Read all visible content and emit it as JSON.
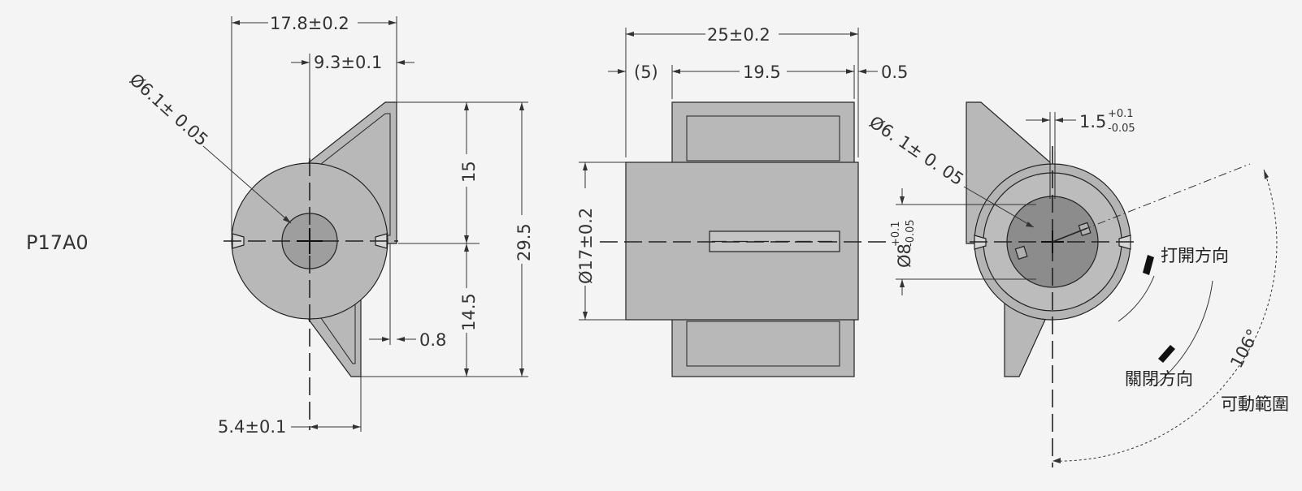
{
  "part_number": "P17A0",
  "side_view": {
    "overall_width": "17.8±0.2",
    "center_offset": "9.3±0.1",
    "bore_diameter": "Ø6.1± 0.05",
    "upper_height": "15",
    "lower_height": "14.5",
    "total_height": "29.5",
    "flange_thickness": "0.8",
    "flange_offset": "5.4±0.1"
  },
  "front_view": {
    "overall_length": "25±0.2",
    "left_step": "(5)",
    "body_length": "19.5",
    "right_step": "0.5",
    "body_diameter": "Ø17±0.2"
  },
  "end_view": {
    "bore_diameter": "Ø6. 1± 0. 05",
    "slot_width": "1.5",
    "slot_width_tol_upper": "+0.1",
    "slot_width_tol_lower": "-0.05",
    "hub_diameter": "Ø8",
    "hub_tol_upper": "+0.1",
    "hub_tol_lower": "-0.05",
    "open_direction": "打開方向",
    "close_direction": "關閉方向",
    "rotation_angle": "106°",
    "range_label": "可動範圍"
  },
  "colors": {
    "background": "#f4f4f4",
    "body_fill": "#b8b8b8",
    "dark_fill": "#8c8c8c",
    "line": "#222222"
  }
}
